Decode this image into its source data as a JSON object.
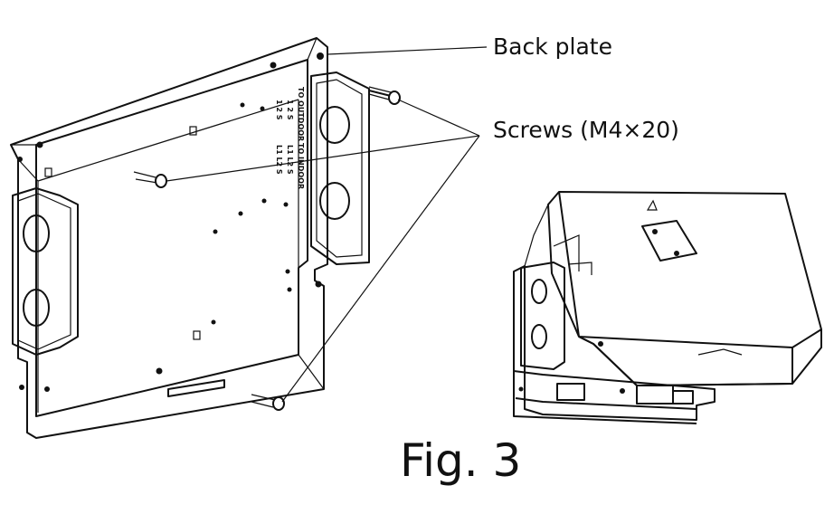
{
  "labels": {
    "back_plate": "Back plate",
    "screws": "Screws (M4×20)",
    "figure": "Fig. 3"
  },
  "terminal_text": {
    "to_indoor": "TO INDOOR",
    "to_outdoor": "TO OUTDOOR",
    "row_a": "1 2 S",
    "row_b": "L1 L2 S",
    "row_c": "1 2 S",
    "row_d": "L1 L2 S"
  }
}
